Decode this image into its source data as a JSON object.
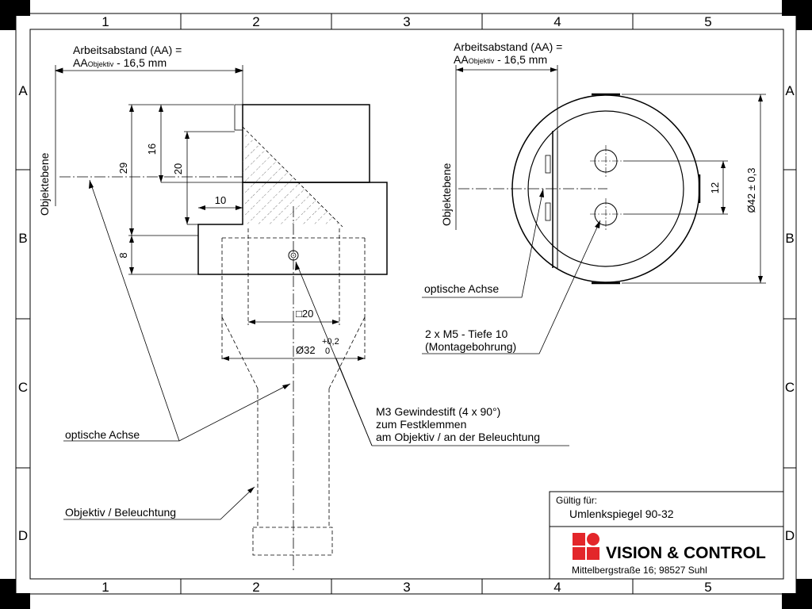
{
  "frame": {
    "columns": [
      "1",
      "2",
      "3",
      "4",
      "5"
    ],
    "rows": [
      "A",
      "B",
      "C",
      "D"
    ]
  },
  "left_view": {
    "working_distance_title": "Arbeitsabstand (AA) =",
    "working_distance_prefix": "AA",
    "working_distance_sub": "Objektiv",
    "working_distance_suffix": " - 16,5 mm",
    "object_plane": "Objektebene",
    "dim_16": "16",
    "dim_20": "20",
    "dim_29": "29",
    "dim_10": "10",
    "dim_8": "8",
    "dim_square": "□20",
    "dim_bore": "Ø32",
    "tol_upper": "+0,2",
    "tol_lower": "0",
    "optical_axis": "optische Achse",
    "set_screw_1": "M3 Gewindestift (4 x 90°)",
    "set_screw_2": "zum Festklemmen",
    "set_screw_3": "am Objektiv / an der Beleuchtung",
    "lens_label": "Objektiv / Beleuchtung"
  },
  "right_view": {
    "working_distance_title": "Arbeitsabstand (AA) =",
    "working_distance_prefix": "AA",
    "working_distance_sub": "Objektiv",
    "working_distance_suffix": " - 16,5 mm",
    "object_plane": "Objektebene",
    "dim_12": "12",
    "dim_dia": "Ø42 ± 0,3",
    "optical_axis": "optische Achse",
    "holes_1": "2 x M5 - Tiefe 10",
    "holes_2": "(Montagebohrung)"
  },
  "title_block": {
    "valid_for_label": "Gültig für:",
    "product": "Umlenkspiegel 90-32",
    "company": "VISION & CONTROL",
    "address": "Mittelbergstraße 16; 98527 Suhl",
    "brand_color": "#e3262a"
  }
}
